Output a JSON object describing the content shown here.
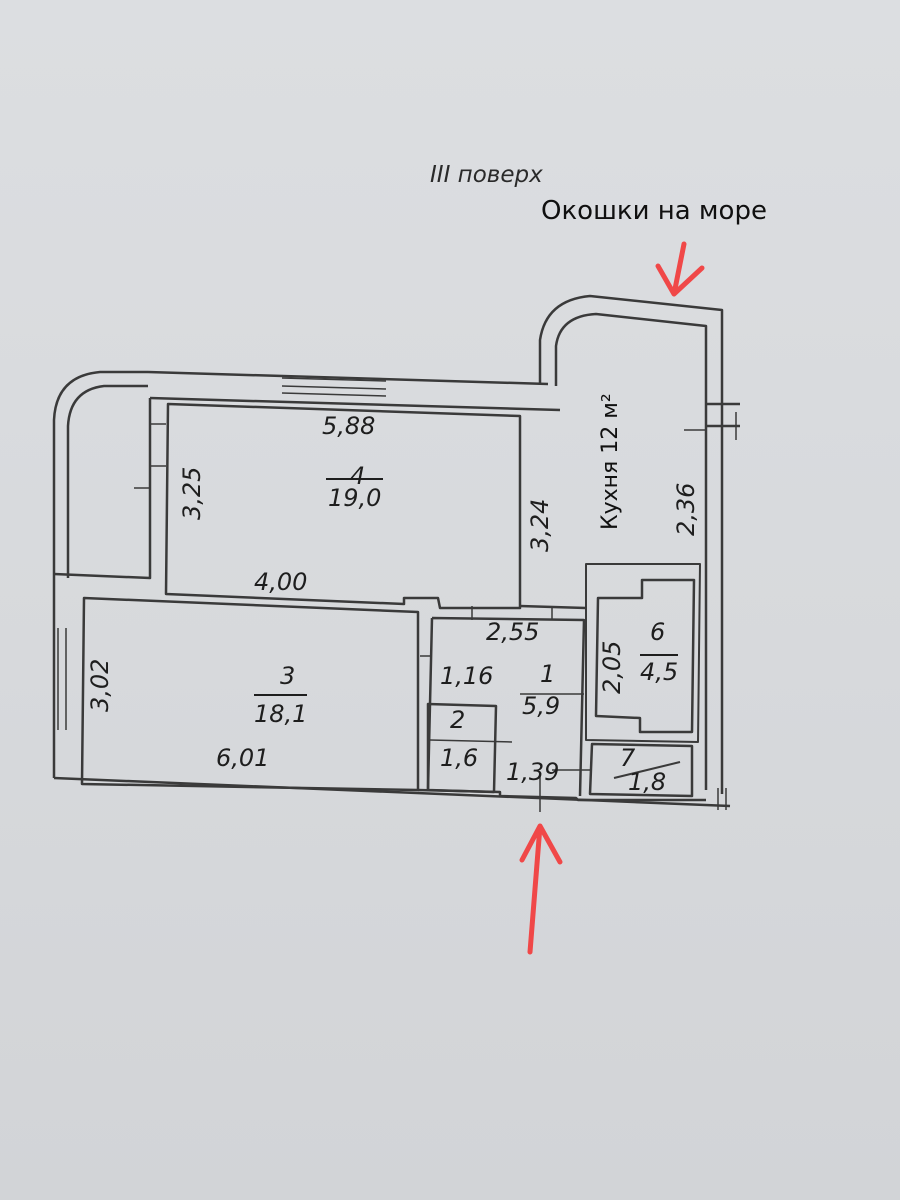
{
  "floor_label": "III поверх",
  "annotation": "Окошки на море",
  "kitchen_label": "Кухня 12 м²",
  "rooms": [
    {
      "number": "4",
      "area": "19,0",
      "dims": [
        "5,88",
        "3,25",
        "4,00"
      ]
    },
    {
      "number": "3",
      "area": "18,1",
      "dims": [
        "3,02",
        "6,01"
      ]
    },
    {
      "number": "1",
      "area": "5,9",
      "dims": [
        "2,55",
        "1,16",
        "1,39"
      ]
    },
    {
      "number": "2",
      "area": "1,6",
      "dims": []
    },
    {
      "number": "6",
      "area": "4,5",
      "dims": [
        "2,05"
      ]
    },
    {
      "number": "7",
      "area": "1,8",
      "dims": []
    },
    {
      "number": "",
      "area": "",
      "dims": [
        "3,24",
        "2,36"
      ]
    }
  ],
  "colors": {
    "paper": "#d9dadc",
    "lines": "#3a3a3a",
    "arrow": "#f04848"
  }
}
